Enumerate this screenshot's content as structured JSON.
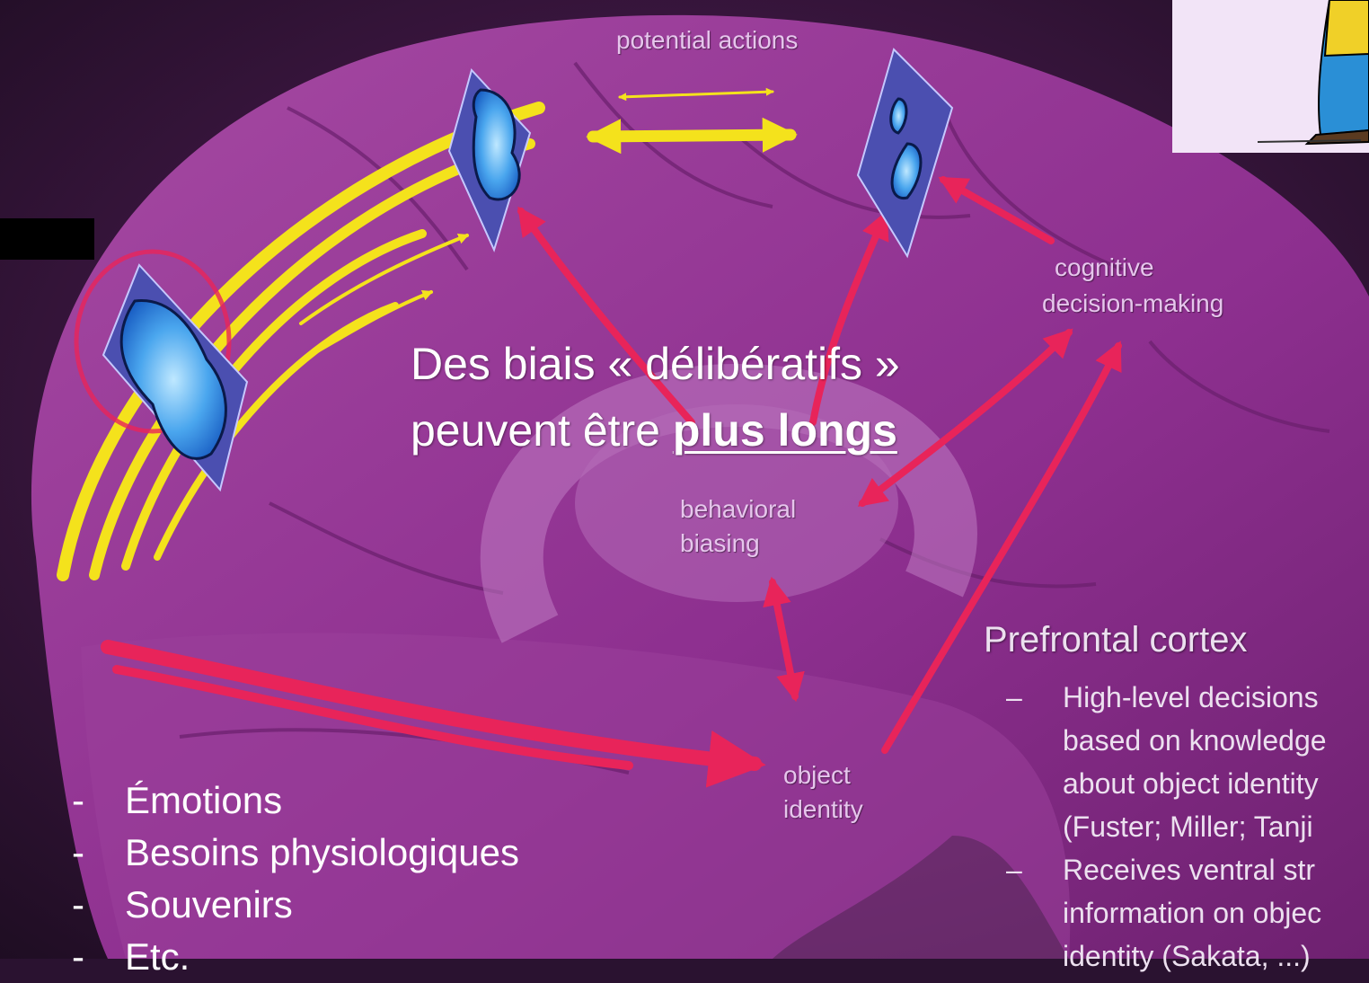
{
  "diagram": {
    "labels": {
      "potential_actions": "potential actions",
      "cognitive_line1": "cognitive",
      "cognitive_line2": "decision-making",
      "behavioral_line1": "behavioral",
      "behavioral_line2": "biasing",
      "object_line1": "object",
      "object_line2": "identity"
    },
    "prefrontal": {
      "title": "Prefrontal cortex",
      "bullets": [
        {
          "lines": [
            "High-level decisions",
            "based on knowledge",
            "about object identity",
            "(Fuster; Miller; Tanji"
          ]
        },
        {
          "lines": [
            "Receives ventral str",
            "information on objec",
            "identity (Sakata, ...)"
          ]
        }
      ]
    },
    "colors": {
      "brain": "#8d2f8f",
      "background": "#2a1230",
      "arrow_red": "#e8245a",
      "arrow_yellow": "#f4e21c",
      "map_blue": "#1e84e0"
    }
  },
  "headline": {
    "line1": "Des biais « délibératifs »",
    "line2_prefix": "peuvent être ",
    "line2_emphasis": "plus longs"
  },
  "list": {
    "dash": "-",
    "items": [
      "Émotions",
      "Besoins physiologiques",
      "Souvenirs",
      "Etc."
    ]
  }
}
